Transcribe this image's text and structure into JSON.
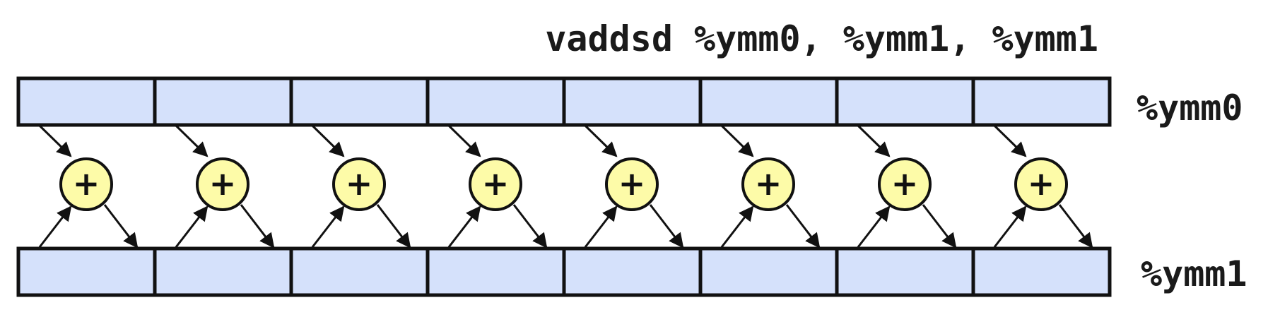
{
  "instruction": "vaddsd %ymm0, %ymm1, %ymm1",
  "registers": {
    "source": {
      "label": "%ymm0",
      "lanes": 8
    },
    "dest": {
      "label": "%ymm1",
      "lanes": 8
    }
  },
  "operation": {
    "symbol": "+"
  },
  "colors": {
    "lane_fill": "#d5e1fb",
    "op_fill": "#fdfba8",
    "stroke": "#111111",
    "text": "#1a1a1a"
  }
}
